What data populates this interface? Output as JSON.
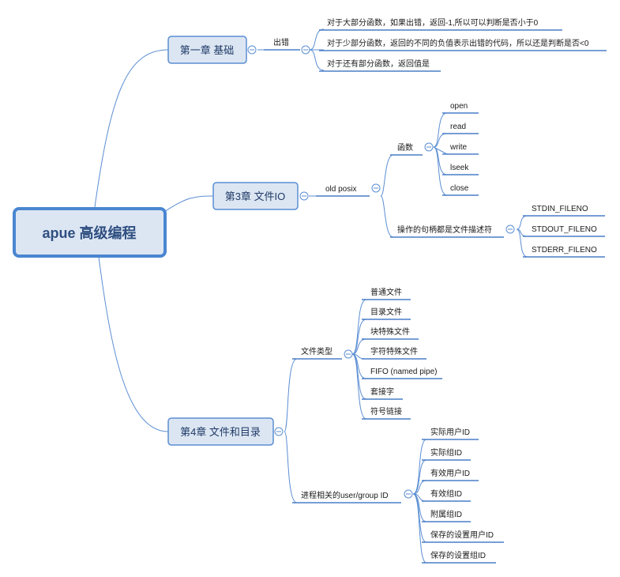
{
  "root": {
    "title": "apue 高级编程"
  },
  "chapters": [
    {
      "title": "第一章 基础",
      "branches": [
        {
          "label": "出错",
          "items": [
            "对于大部分函数，如果出错，返回-1,所以可以判断是否小于0",
            "对于少部分函数，返回的不同的负值表示出错的代码，所以还是判断是否<0",
            "对于还有部分函数，返回值是"
          ]
        }
      ]
    },
    {
      "title": "第3章 文件IO",
      "branches": [
        {
          "label": "old posix",
          "groups": [
            {
              "label": "函数",
              "items": [
                "open",
                "read",
                "write",
                "lseek",
                "close"
              ]
            },
            {
              "label": "操作的句柄都是文件描述符",
              "items": [
                "STDIN_FILENO",
                "STDOUT_FILENO",
                "STDERR_FILENO"
              ]
            }
          ]
        }
      ]
    },
    {
      "title": "第4章 文件和目录",
      "branches": [
        {
          "label": "文件类型",
          "items": [
            "普通文件",
            "目录文件",
            "块特殊文件",
            "字符特殊文件",
            "FIFO (named pipe)",
            "套接字",
            "符号链接"
          ]
        },
        {
          "label": "进程相关的user/group ID",
          "items": [
            "实际用户ID",
            "实际组ID",
            "有效用户ID",
            "有效组ID",
            "附属组ID",
            "保存的设置用户ID",
            "保存的设置组ID"
          ]
        }
      ]
    }
  ]
}
